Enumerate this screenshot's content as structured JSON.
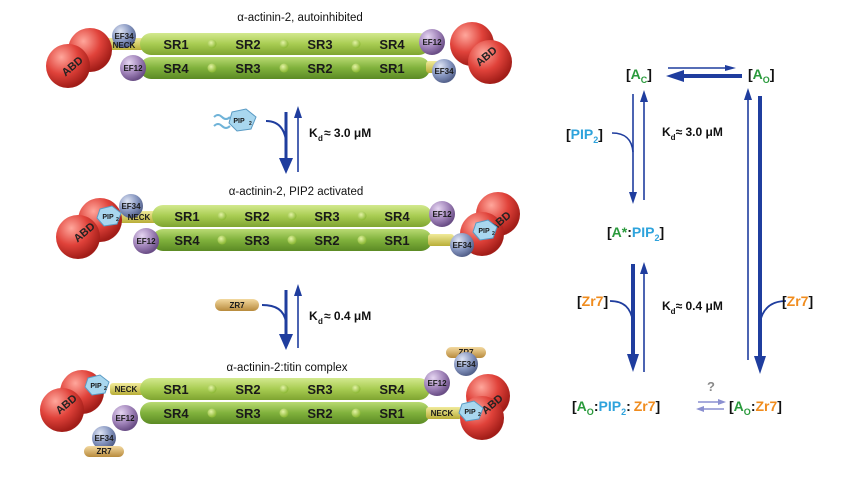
{
  "panels": [
    {
      "title": "α-actinin-2, autoinhibited",
      "top_rod": [
        "SR1",
        "SR2",
        "SR3",
        "SR4"
      ],
      "bottom_rod": [
        "SR4",
        "SR3",
        "SR2",
        "SR1"
      ],
      "left_top_labels": [
        "EF34",
        "NECK"
      ],
      "left_bottom_label": "EF12",
      "right_top_label": "EF12",
      "right_bottom_label": "EF34",
      "abd": "ABD"
    },
    {
      "title": "α-actinin-2, PIP2 activated",
      "top_rod": [
        "SR1",
        "SR2",
        "SR3",
        "SR4"
      ],
      "bottom_rod": [
        "SR4",
        "SR3",
        "SR2",
        "SR1"
      ],
      "left_top_labels": [
        "EF34",
        "NECK"
      ],
      "left_bottom_label": "EF12",
      "right_top_label": "EF12",
      "right_bottom_label": "EF34",
      "pip": "PIP",
      "pip_sub": "2",
      "abd": "ABD"
    },
    {
      "title": "α-actinin-2:titin complex",
      "top_rod": [
        "SR1",
        "SR2",
        "SR3",
        "SR4"
      ],
      "bottom_rod": [
        "SR4",
        "SR3",
        "SR2",
        "SR1"
      ],
      "neck": "NECK",
      "ef12": "EF12",
      "ef34": "EF34",
      "zr7": "ZR7",
      "pip": "PIP",
      "pip_sub": "2",
      "abd": "ABD"
    }
  ],
  "left_arrows": [
    {
      "ligand": "PIP",
      "ligand_sub": "2",
      "k": "K",
      "k_sub": "d",
      "value": "≈ 3.0 μM"
    },
    {
      "ligand": "ZR7",
      "k": "K",
      "k_sub": "d",
      "value": "≈ 0.4 μM"
    }
  ],
  "scheme": {
    "ac": {
      "open": "[",
      "letter": "A",
      "sub": "C",
      "close": "]"
    },
    "ao": {
      "open": "[",
      "letter": "A",
      "sub": "O",
      "close": "]"
    },
    "pip2": {
      "open": "[",
      "text": "PIP",
      "sub": "2",
      "close": "]"
    },
    "kd1": {
      "k": "K",
      "sub": "d",
      "value": "≈ 3.0 μM"
    },
    "complex1": {
      "open": "[",
      "a": "A*",
      "colon": ":",
      "pip": "PIP",
      "sub": "2",
      "close": "]"
    },
    "zr7_left": {
      "open": "[",
      "text": "Zr7",
      "close": "]"
    },
    "kd2": {
      "k": "K",
      "sub": "d",
      "value": "≈ 0.4 μM"
    },
    "zr7_right": {
      "open": "[",
      "text": "Zr7",
      "close": "]"
    },
    "ternary": {
      "open": "[",
      "a": "A",
      "sub": "O",
      "colon1": ":",
      "pip": "PIP",
      "pipsub": "2",
      "colon2": ":",
      "zr": "Zr7",
      "close": "]"
    },
    "question": "?",
    "binary": {
      "open": "[",
      "a": "A",
      "sub": "O",
      "colon": ":",
      "zr": "Zr7",
      "close": "]"
    }
  },
  "colors": {
    "green_text": "#2a9a3c",
    "blue_text": "#2ea3dc",
    "orange_text": "#f08c1e",
    "arrow_blue": "#1f3d9e",
    "sr_light": "#a8cc52",
    "sr_dark": "#7fb23a",
    "abd_red": "#e0423a",
    "ef_purple": "#9f82b8",
    "ef_blue": "#8595bf",
    "neck_yellow": "#d8cf5a",
    "zr7_tan": "#d9b26a"
  }
}
